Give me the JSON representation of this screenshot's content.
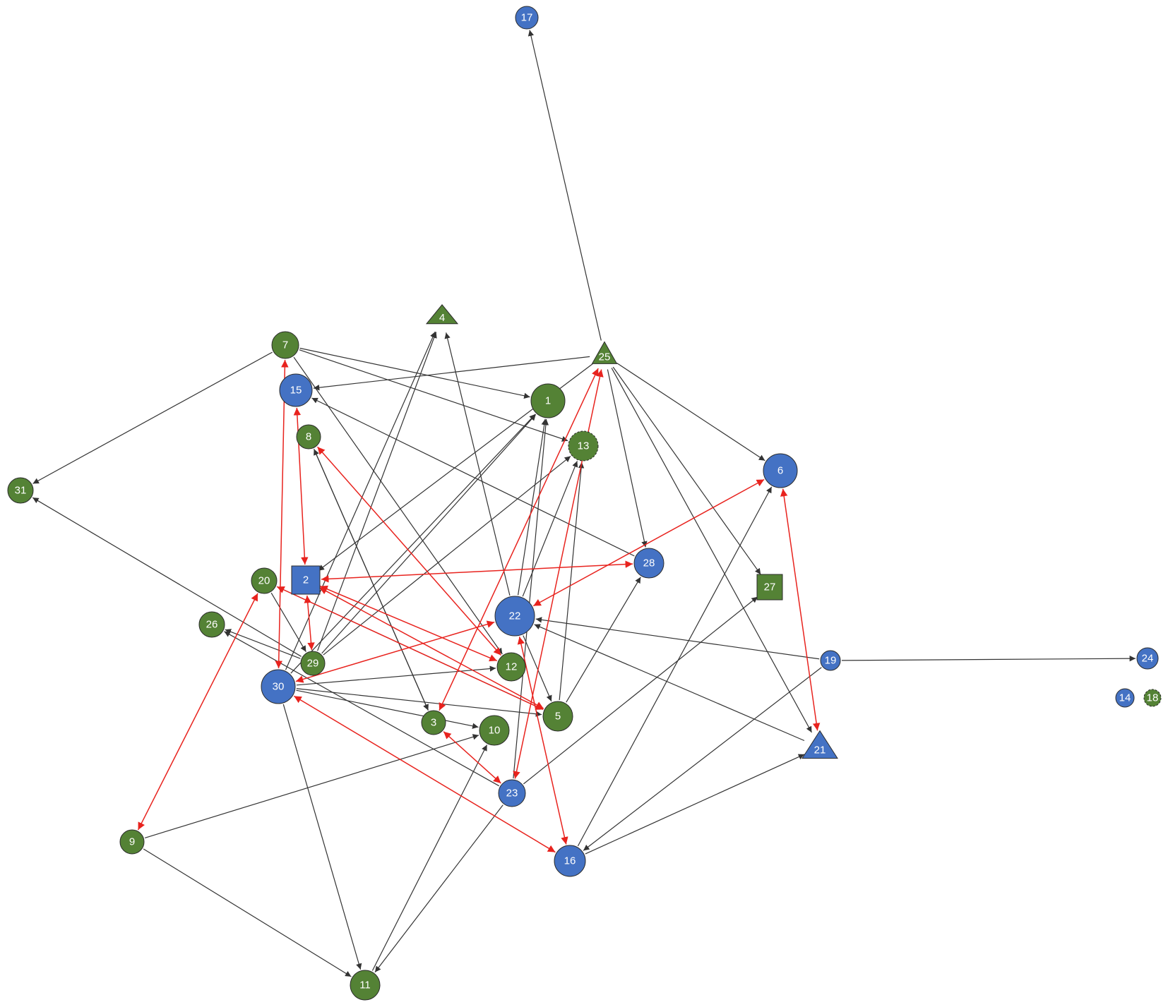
{
  "colors": {
    "blue": "#4472C4",
    "green": "#548235",
    "edge": "#333333",
    "reciprocal": "#E8231E",
    "background": "#ffffff"
  },
  "nodes": [
    {
      "id": "1",
      "label": "1",
      "color": "green",
      "shape": "circle"
    },
    {
      "id": "2",
      "label": "2",
      "color": "blue",
      "shape": "square"
    },
    {
      "id": "3",
      "label": "3",
      "color": "green",
      "shape": "circle"
    },
    {
      "id": "4",
      "label": "4",
      "color": "green",
      "shape": "triangle"
    },
    {
      "id": "5",
      "label": "5",
      "color": "green",
      "shape": "circle"
    },
    {
      "id": "6",
      "label": "6",
      "color": "blue",
      "shape": "circle"
    },
    {
      "id": "7",
      "label": "7",
      "color": "green",
      "shape": "circle"
    },
    {
      "id": "8",
      "label": "8",
      "color": "green",
      "shape": "circle"
    },
    {
      "id": "9",
      "label": "9",
      "color": "green",
      "shape": "circle"
    },
    {
      "id": "10",
      "label": "10",
      "color": "green",
      "shape": "circle"
    },
    {
      "id": "11",
      "label": "11",
      "color": "green",
      "shape": "circle"
    },
    {
      "id": "12",
      "label": "12",
      "color": "green",
      "shape": "circle"
    },
    {
      "id": "13",
      "label": "13",
      "color": "green",
      "shape": "circle",
      "dashed": true
    },
    {
      "id": "14",
      "label": "14",
      "color": "blue",
      "shape": "circle"
    },
    {
      "id": "15",
      "label": "15",
      "color": "blue",
      "shape": "circle"
    },
    {
      "id": "16",
      "label": "16",
      "color": "blue",
      "shape": "circle"
    },
    {
      "id": "17",
      "label": "17",
      "color": "blue",
      "shape": "circle"
    },
    {
      "id": "18",
      "label": "18",
      "color": "green",
      "shape": "circle",
      "dashed": true
    },
    {
      "id": "19",
      "label": "19",
      "color": "blue",
      "shape": "circle"
    },
    {
      "id": "20",
      "label": "20",
      "color": "green",
      "shape": "circle"
    },
    {
      "id": "21",
      "label": "21",
      "color": "blue",
      "shape": "triangle"
    },
    {
      "id": "22",
      "label": "22",
      "color": "blue",
      "shape": "circle"
    },
    {
      "id": "23",
      "label": "23",
      "color": "blue",
      "shape": "circle"
    },
    {
      "id": "24",
      "label": "24",
      "color": "blue",
      "shape": "circle"
    },
    {
      "id": "25",
      "label": "25",
      "color": "green",
      "shape": "triangle"
    },
    {
      "id": "26",
      "label": "26",
      "color": "green",
      "shape": "circle"
    },
    {
      "id": "27",
      "label": "27",
      "color": "green",
      "shape": "square"
    },
    {
      "id": "28",
      "label": "28",
      "color": "blue",
      "shape": "circle"
    },
    {
      "id": "29",
      "label": "29",
      "color": "green",
      "shape": "circle"
    },
    {
      "id": "30",
      "label": "30",
      "color": "blue",
      "shape": "circle"
    },
    {
      "id": "31",
      "label": "31",
      "color": "green",
      "shape": "circle"
    }
  ],
  "edges": [
    {
      "source": "25",
      "target": "17"
    },
    {
      "source": "25",
      "target": "15"
    },
    {
      "source": "25",
      "target": "6"
    },
    {
      "source": "25",
      "target": "28"
    },
    {
      "source": "25",
      "target": "27"
    },
    {
      "source": "25",
      "target": "21"
    },
    {
      "source": "25",
      "target": "2"
    },
    {
      "source": "7",
      "target": "31"
    },
    {
      "source": "7",
      "target": "1"
    },
    {
      "source": "7",
      "target": "13"
    },
    {
      "source": "7",
      "target": "12"
    },
    {
      "source": "28",
      "target": "15"
    },
    {
      "source": "8",
      "target": "3"
    },
    {
      "source": "29",
      "target": "4"
    },
    {
      "source": "30",
      "target": "4"
    },
    {
      "source": "22",
      "target": "4"
    },
    {
      "source": "29",
      "target": "1"
    },
    {
      "source": "30",
      "target": "1"
    },
    {
      "source": "23",
      "target": "1"
    },
    {
      "source": "22",
      "target": "1"
    },
    {
      "source": "29",
      "target": "13"
    },
    {
      "source": "22",
      "target": "13"
    },
    {
      "source": "30",
      "target": "12"
    },
    {
      "source": "30",
      "target": "5"
    },
    {
      "source": "30",
      "target": "10"
    },
    {
      "source": "30",
      "target": "11"
    },
    {
      "source": "29",
      "target": "26"
    },
    {
      "source": "29",
      "target": "31"
    },
    {
      "source": "20",
      "target": "5"
    },
    {
      "source": "20",
      "target": "29"
    },
    {
      "source": "3",
      "target": "8"
    },
    {
      "source": "9",
      "target": "10"
    },
    {
      "source": "9",
      "target": "11"
    },
    {
      "source": "23",
      "target": "11"
    },
    {
      "source": "11",
      "target": "10"
    },
    {
      "source": "23",
      "target": "26"
    },
    {
      "source": "5",
      "target": "28"
    },
    {
      "source": "23",
      "target": "27"
    },
    {
      "source": "16",
      "target": "6"
    },
    {
      "source": "16",
      "target": "21"
    },
    {
      "source": "19",
      "target": "16"
    },
    {
      "source": "19",
      "target": "22"
    },
    {
      "source": "19",
      "target": "24"
    },
    {
      "source": "21",
      "target": "22"
    },
    {
      "source": "22",
      "target": "5"
    },
    {
      "source": "5",
      "target": "13"
    },
    {
      "source": "2",
      "target": "12",
      "reciprocal": true
    },
    {
      "source": "2",
      "target": "5",
      "reciprocal": true
    },
    {
      "source": "15",
      "target": "2",
      "reciprocal": true
    },
    {
      "source": "7",
      "target": "30",
      "reciprocal": true
    },
    {
      "source": "2",
      "target": "28",
      "reciprocal": true
    },
    {
      "source": "2",
      "target": "29",
      "reciprocal": true
    },
    {
      "source": "20",
      "target": "9",
      "reciprocal": true
    },
    {
      "source": "30",
      "target": "16",
      "reciprocal": true
    },
    {
      "source": "30",
      "target": "22",
      "reciprocal": true
    },
    {
      "source": "22",
      "target": "6",
      "reciprocal": true
    },
    {
      "source": "6",
      "target": "21",
      "reciprocal": true
    },
    {
      "source": "8",
      "target": "12",
      "reciprocal": true
    },
    {
      "source": "3",
      "target": "25",
      "reciprocal": true
    },
    {
      "source": "23",
      "target": "25",
      "reciprocal": true
    },
    {
      "source": "22",
      "target": "16",
      "reciprocal": true
    },
    {
      "source": "20",
      "target": "5",
      "reciprocal": true
    },
    {
      "source": "3",
      "target": "23",
      "reciprocal": true
    }
  ]
}
